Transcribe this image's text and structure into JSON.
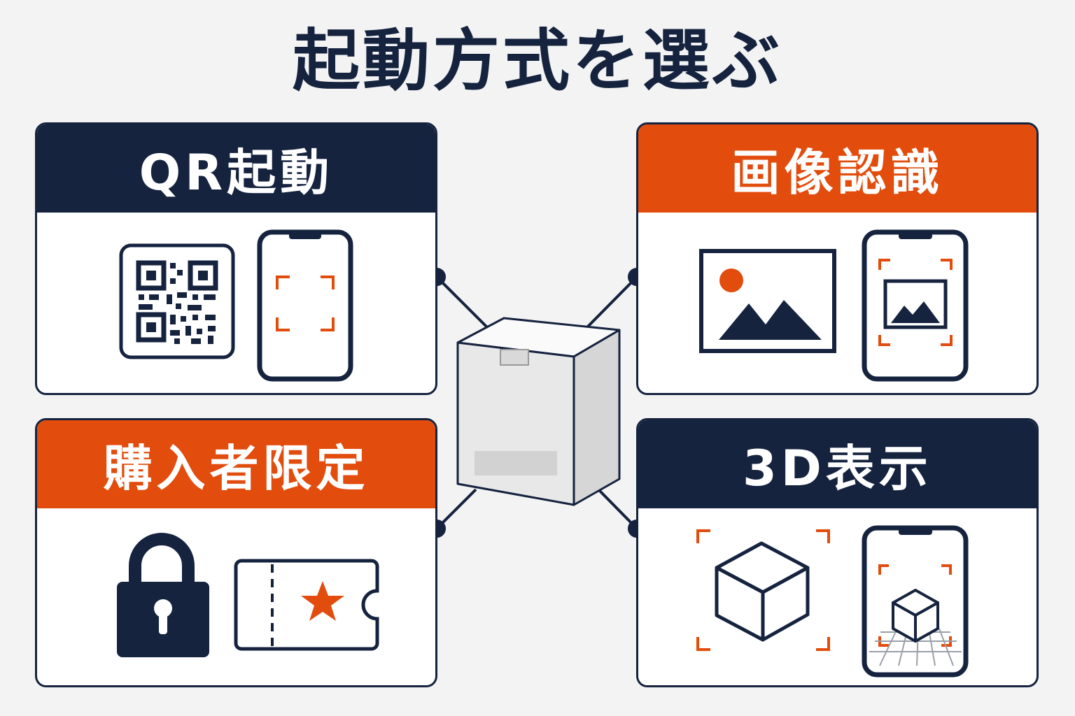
{
  "title": "起動方式を選ぶ",
  "colors": {
    "navy": "#15233f",
    "orange": "#e24c0d",
    "background": "#f3f3f3"
  },
  "cards": [
    {
      "label": "QR起動",
      "header_color": "navy",
      "icons": [
        "qr-code-icon",
        "phone-scan-icon"
      ]
    },
    {
      "label": "画像認識",
      "header_color": "orange",
      "icons": [
        "image-icon",
        "phone-image-scan-icon"
      ]
    },
    {
      "label": "購入者限定",
      "header_color": "orange",
      "icons": [
        "lock-icon",
        "ticket-star-icon"
      ]
    },
    {
      "label": "3D表示",
      "header_color": "navy",
      "icons": [
        "cube-scan-icon",
        "phone-ar-cube-icon"
      ]
    }
  ],
  "center": {
    "icon": "product-box-icon"
  }
}
